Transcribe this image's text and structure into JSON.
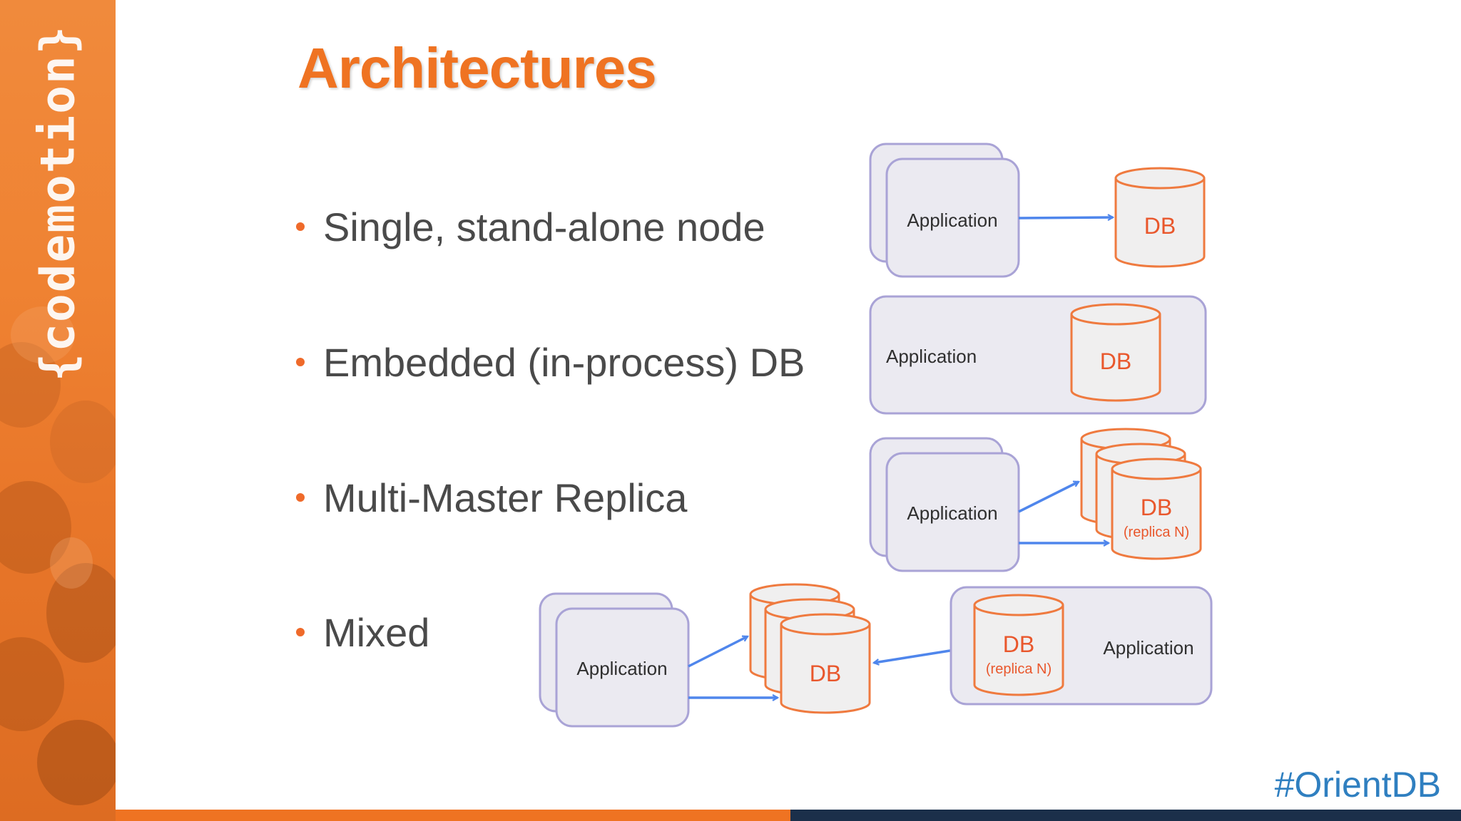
{
  "brand": {
    "wordmark": "{codemotion}"
  },
  "slide": {
    "title": "Architectures",
    "bullets": [
      "Single, stand-alone node",
      "Embedded (in-process) DB",
      "Multi-Master Replica",
      "Mixed"
    ],
    "hashtag": "#OrientDB"
  },
  "diagrams": {
    "single": {
      "app_label": "Application",
      "db_label": "DB"
    },
    "embedded": {
      "app_label": "Application",
      "db_label": "DB"
    },
    "multi_master": {
      "app_label": "Application",
      "db_label": "DB",
      "db_sublabel": "(replica N)"
    },
    "mixed": {
      "app_label": "Application",
      "db_label": "DB",
      "embedded_app_label": "Application",
      "embedded_db_label": "DB",
      "embedded_db_sublabel": "(replica N)"
    }
  },
  "colors": {
    "title": "#ef7322",
    "bullet_dot": "#ef6a2a",
    "app_box_fill": "#ebeaf1",
    "app_box_stroke": "#a9a3d6",
    "db_fill": "#f0efef",
    "db_stroke": "#ef7a3f",
    "db_text": "#e9572c",
    "arrow": "#4f86ec",
    "hashtag": "#2f7fc0"
  }
}
